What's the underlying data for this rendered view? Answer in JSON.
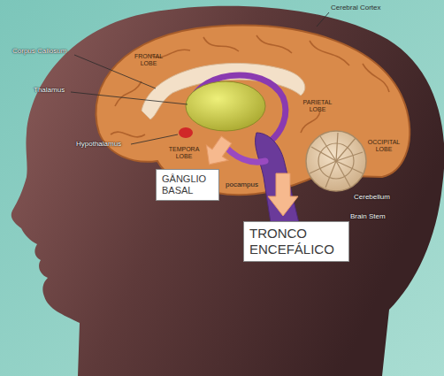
{
  "diagram": {
    "nodes": [
      {
        "text": [
          "GÂNGLIO BASAL"
        ]
      },
      {
        "text": [
          "TRONCO ENCEFÁLICO"
        ]
      }
    ],
    "labels": [
      "Cerebral Cortex",
      "Corpus Callosum",
      "FRONTAL LOBE",
      "Thalamus",
      "PARIETAL LOBE",
      "OCCIPITAL LOBE",
      "Hypothalamus",
      "TEMPORA LOBE",
      "pocampus",
      "Cerebellum",
      "Brain Stem"
    ]
  }
}
